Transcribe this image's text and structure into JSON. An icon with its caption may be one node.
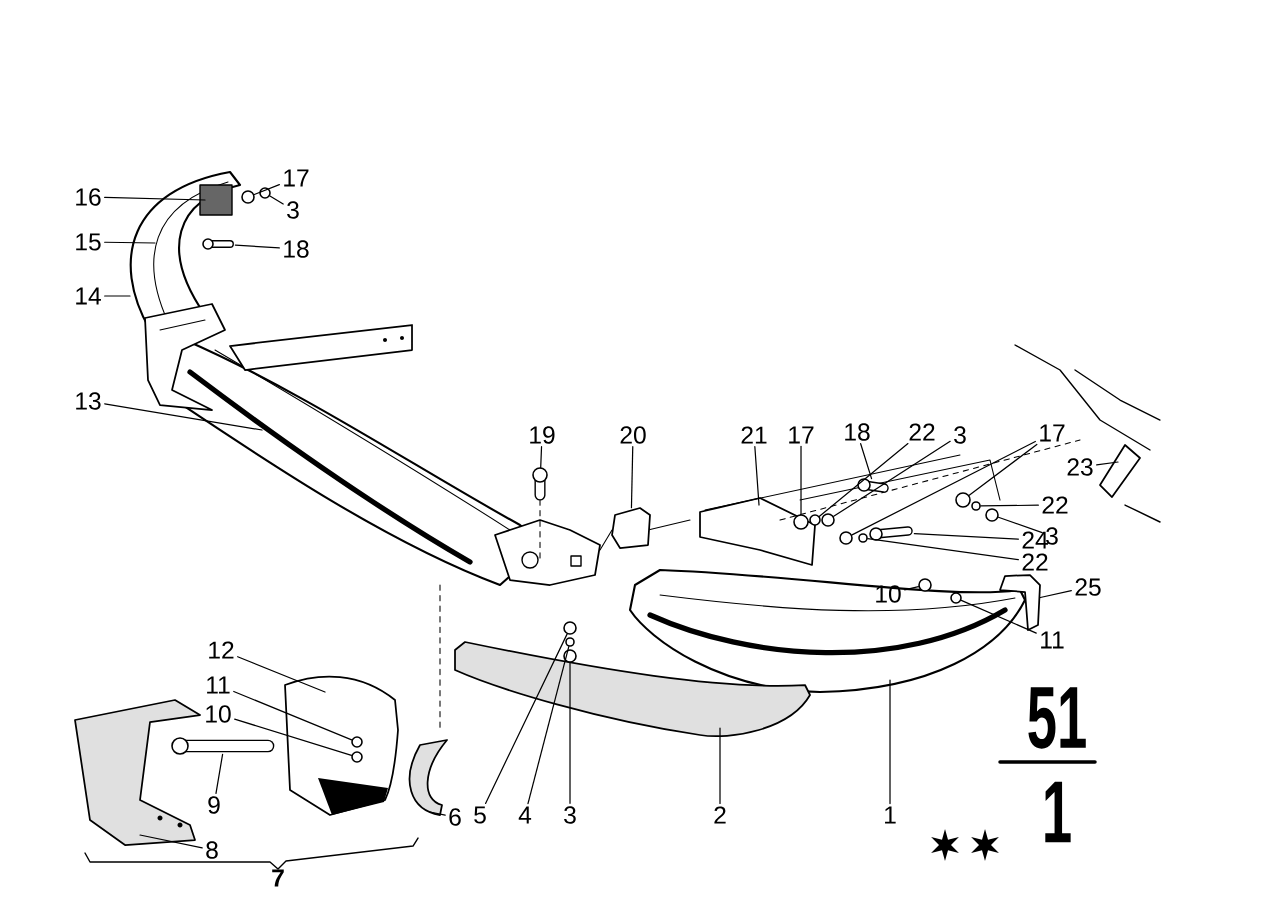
{
  "diagram": {
    "nodes": [
      {
        "text": [
          "17"
        ]
      },
      {
        "text": [
          "16"
        ]
      },
      {
        "text": [
          "3"
        ]
      },
      {
        "text": [
          "15"
        ]
      },
      {
        "text": [
          "18"
        ]
      },
      {
        "text": [
          "14"
        ]
      },
      {
        "text": [
          "13"
        ]
      },
      {
        "text": [
          "18"
        ]
      },
      {
        "text": [
          "22"
        ]
      },
      {
        "text": [
          "17"
        ]
      },
      {
        "text": [
          "19"
        ]
      },
      {
        "text": [
          "20"
        ]
      },
      {
        "text": [
          "21"
        ]
      },
      {
        "text": [
          "17"
        ]
      },
      {
        "text": [
          "3"
        ]
      },
      {
        "text": [
          "23"
        ]
      },
      {
        "text": [
          "22"
        ]
      },
      {
        "text": [
          "3"
        ]
      },
      {
        "text": [
          "24"
        ]
      },
      {
        "text": [
          "22"
        ]
      },
      {
        "text": [
          "25"
        ]
      },
      {
        "text": [
          "10"
        ]
      },
      {
        "text": [
          "11"
        ]
      },
      {
        "text": [
          "12"
        ]
      },
      {
        "text": [
          "11"
        ]
      },
      {
        "text": [
          "10"
        ]
      },
      {
        "text": [
          "9"
        ]
      },
      {
        "text": [
          "5"
        ]
      },
      {
        "text": [
          "4"
        ]
      },
      {
        "text": [
          "3"
        ]
      },
      {
        "text": [
          "2"
        ]
      },
      {
        "text": [
          "1"
        ]
      },
      {
        "text": [
          "6"
        ]
      },
      {
        "text": [
          "8"
        ]
      },
      {
        "text": [],
        "shape": "circle"
      },
      {
        "text": [],
        "shape": "circle"
      },
      {
        "text": [],
        "shape": "bolt"
      },
      {
        "text": [],
        "shape": "bolt"
      },
      {
        "text": [],
        "shape": "bolt"
      },
      {
        "text": [],
        "shape": "bolt"
      },
      {
        "text": [],
        "shape": "bolt"
      },
      {
        "text": [],
        "shape": "circle"
      },
      {
        "text": [],
        "shape": "circle"
      },
      {
        "text": [],
        "shape": "circle"
      },
      {
        "text": [],
        "shape": "circle"
      },
      {
        "text": [],
        "shape": "circle"
      },
      {
        "text": [],
        "shape": "circle"
      },
      {
        "text": [],
        "shape": "circle"
      },
      {
        "text": [],
        "shape": "circle"
      },
      {
        "text": [],
        "shape": "circle"
      },
      {
        "text": [],
        "shape": "circle"
      },
      {
        "text": [],
        "shape": "circle"
      },
      {
        "text": [],
        "shape": "circle"
      },
      {
        "text": [],
        "shape": "circle"
      },
      {
        "text": [],
        "shape": "box"
      },
      {
        "text": [],
        "shape": "picture"
      },
      {
        "text": [],
        "shape": "circle"
      },
      {
        "text": [],
        "shape": "circle"
      }
    ],
    "edges": [
      {
        "from": 0,
        "to": 34,
        "arrow": "none"
      },
      {
        "from": 1,
        "to": null,
        "arrow": "none"
      },
      {
        "from": 2,
        "to": 35,
        "arrow": "none"
      },
      {
        "from": 3,
        "to": null,
        "arrow": "none"
      },
      {
        "from": 4,
        "to": 36,
        "arrow": "none"
      },
      {
        "from": 5,
        "to": null,
        "arrow": "none"
      },
      {
        "from": 6,
        "to": null,
        "arrow": "none"
      },
      {
        "from": 7,
        "to": 37,
        "arrow": "none"
      },
      {
        "from": 8,
        "to": 42,
        "arrow": "none"
      },
      {
        "from": 9,
        "to": 44,
        "arrow": "none"
      },
      {
        "from": 9,
        "to": 47,
        "arrow": "none"
      },
      {
        "from": 10,
        "to": 38,
        "arrow": "none"
      },
      {
        "from": 11,
        "to": 54,
        "arrow": "none"
      },
      {
        "from": 12,
        "to": null,
        "arrow": "none"
      },
      {
        "from": 13,
        "to": 41,
        "arrow": "none"
      },
      {
        "from": 14,
        "to": 43,
        "arrow": "none"
      },
      {
        "from": 15,
        "to": null,
        "arrow": "none"
      },
      {
        "from": 16,
        "to": 45,
        "arrow": "none"
      },
      {
        "from": 17,
        "to": 46,
        "arrow": "none"
      },
      {
        "from": 18,
        "to": 39,
        "arrow": "none"
      },
      {
        "from": 19,
        "to": 48,
        "arrow": "none"
      },
      {
        "from": 20,
        "to": 55,
        "arrow": "none"
      },
      {
        "from": 21,
        "to": 49,
        "arrow": "none"
      },
      {
        "from": 22,
        "to": 50,
        "arrow": "none"
      },
      {
        "from": 23,
        "to": null,
        "arrow": "none"
      },
      {
        "from": 24,
        "to": 56,
        "arrow": "none"
      },
      {
        "from": 25,
        "to": 57,
        "arrow": "none"
      },
      {
        "from": 26,
        "to": 40,
        "arrow": "none"
      },
      {
        "from": 27,
        "to": 51,
        "arrow": "none"
      },
      {
        "from": 28,
        "to": 52,
        "arrow": "none"
      },
      {
        "from": 29,
        "to": 53,
        "arrow": "none"
      },
      {
        "from": 30,
        "to": null,
        "arrow": "none"
      },
      {
        "from": 31,
        "to": null,
        "arrow": "none"
      },
      {
        "from": 32,
        "to": null,
        "arrow": "none"
      },
      {
        "from": 33,
        "to": null,
        "arrow": "none"
      }
    ],
    "labels": [
      "51",
      "1",
      "7"
    ]
  }
}
